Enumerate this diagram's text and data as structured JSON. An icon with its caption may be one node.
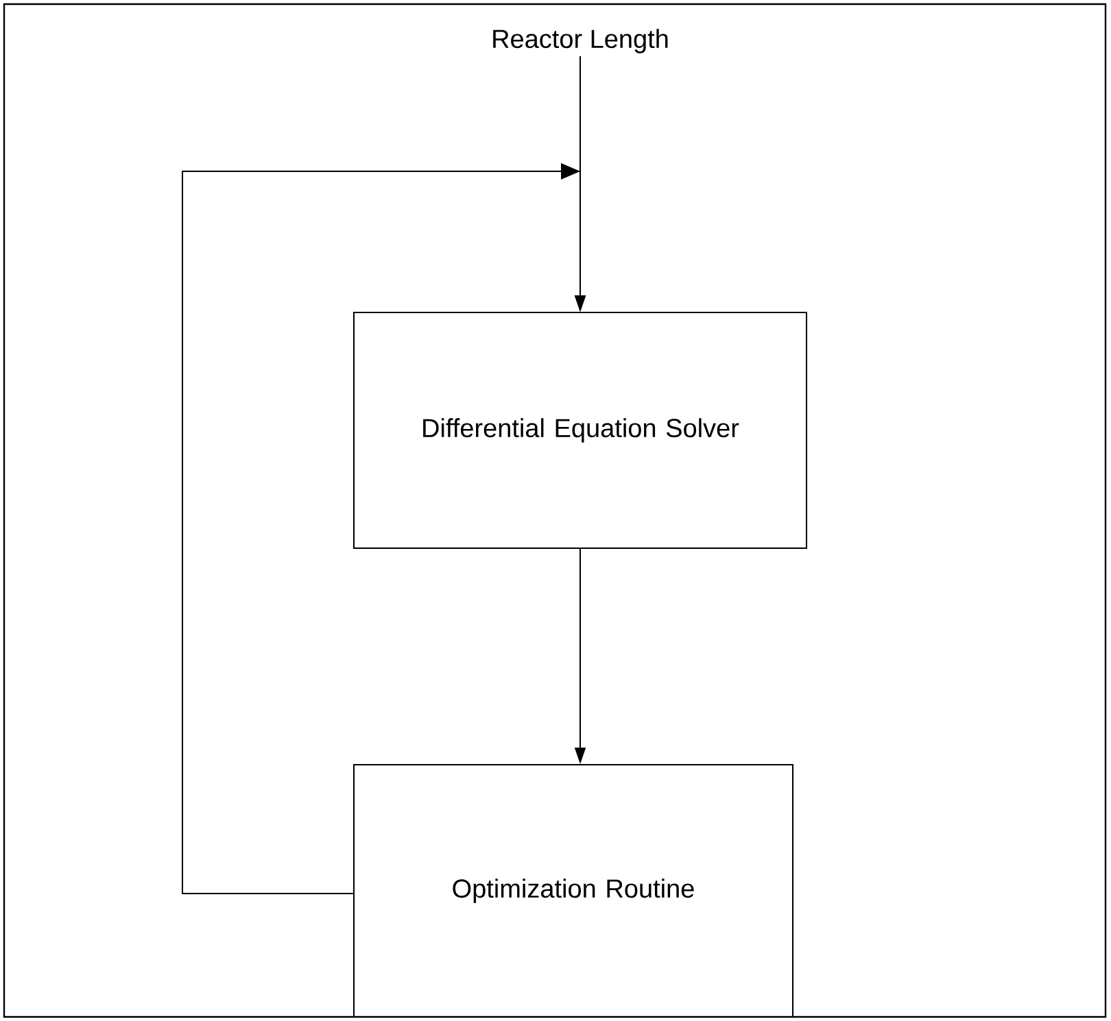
{
  "diagram": {
    "nodes": [
      {
        "text": [
          "Reactor Length"
        ]
      },
      {
        "text": [
          "Differential Equation Solver"
        ]
      },
      {
        "text": [
          "Optimization Routine"
        ]
      }
    ],
    "edges": [
      {
        "from": 0,
        "to": 1,
        "arrow": "to"
      },
      {
        "from": 1,
        "to": 2,
        "arrow": "to"
      },
      {
        "from": 2,
        "to": 1,
        "arrow": "to"
      }
    ]
  }
}
